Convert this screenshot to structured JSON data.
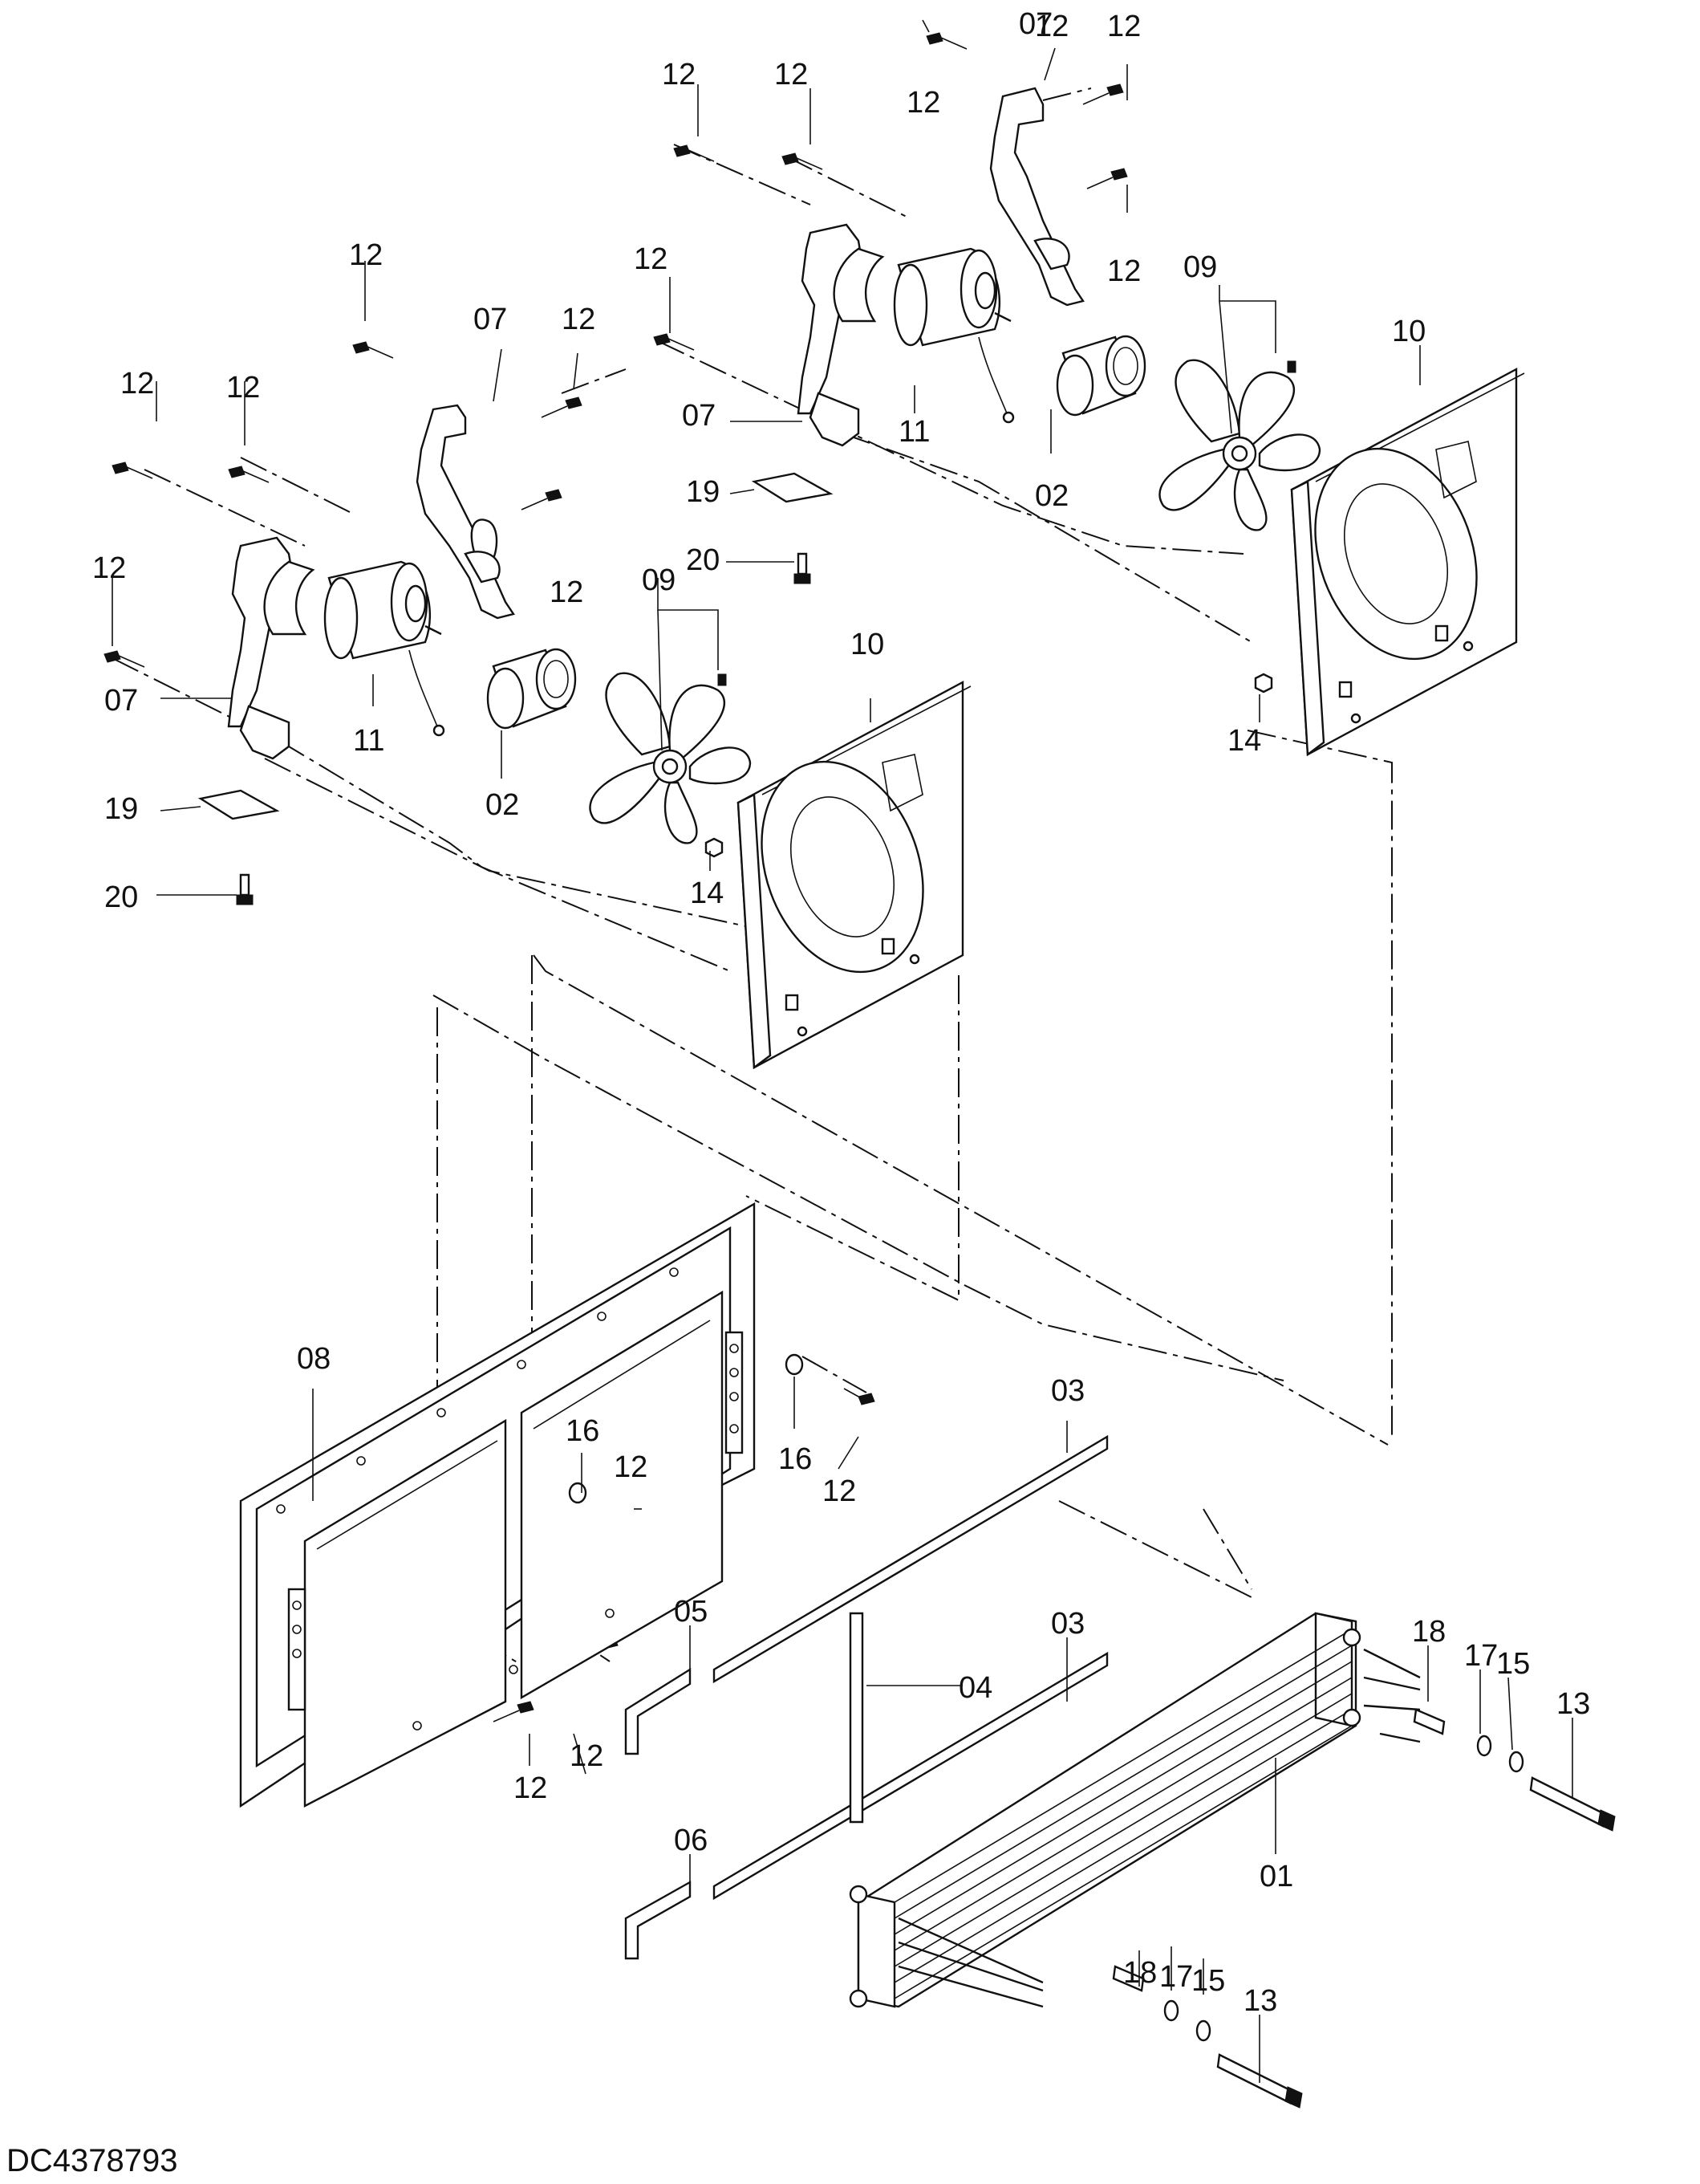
{
  "drawing_code": "DC4378793",
  "labels": {
    "p01": "01",
    "p02": "02",
    "p03": "03",
    "p04": "04",
    "p05": "05",
    "p06": "06",
    "p07": "07",
    "p08": "08",
    "p09": "09",
    "p10": "10",
    "p11": "11",
    "p12": "12",
    "p13": "13",
    "p14": "14",
    "p15": "15",
    "p16": "16",
    "p17": "17",
    "p18": "18",
    "p19": "19",
    "p20": "20"
  }
}
